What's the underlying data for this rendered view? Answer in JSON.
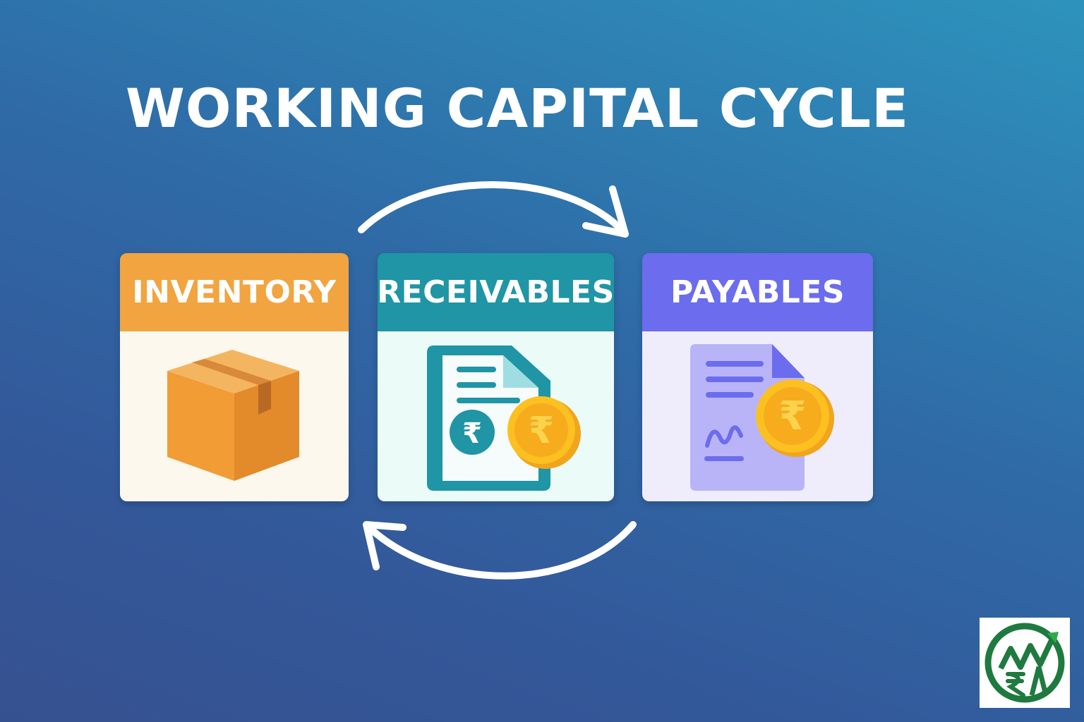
{
  "title": "WORKING CAPITAL CYCLE",
  "cards": [
    {
      "label": "INVENTORY",
      "icon": "box-icon",
      "color": "#f1a43f"
    },
    {
      "label": "RECEIVABLES",
      "icon": "invoice-rupee-coin-icon",
      "color": "#1f95a5"
    },
    {
      "label": "PAYABLES",
      "icon": "bill-rupee-coin-icon",
      "color": "#6c6cee"
    }
  ],
  "arrows": [
    {
      "name": "cycle-arrow-top",
      "direction": "clockwise, right"
    },
    {
      "name": "cycle-arrow-bottom",
      "direction": "clockwise, left"
    }
  ],
  "currency_symbol": "₹",
  "logo": {
    "icon": "rupee-growth-logo-icon",
    "colors": [
      "#1f7a3f",
      "#2eaa4a"
    ]
  }
}
